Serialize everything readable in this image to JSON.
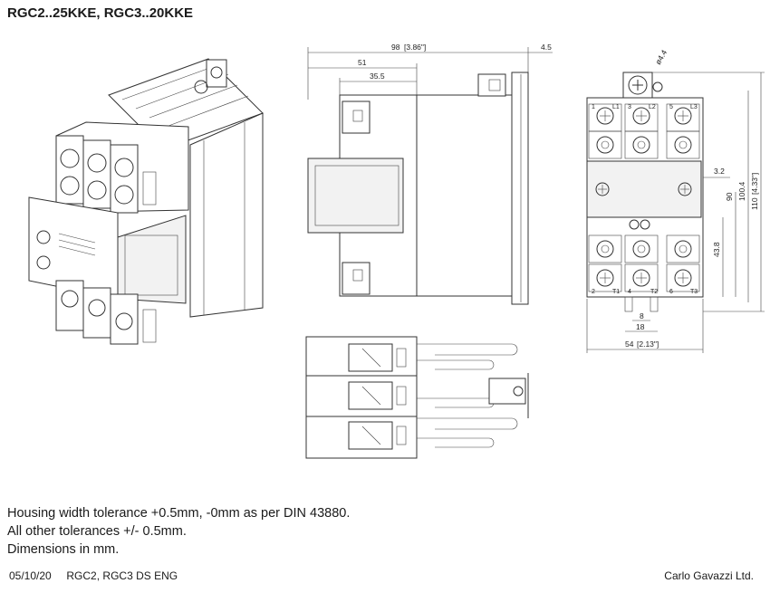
{
  "title": "RGC2..25KKE, RGC3..20KKE",
  "dimensions": {
    "width_total": "98",
    "width_total_in": "[3.86\"]",
    "clip": "4.5",
    "body_depth": "51",
    "inner_depth": "35.5",
    "hole": "ø4.4",
    "offset_small": "3.2",
    "height_total": "110",
    "height_total_in": "[4.33\"]",
    "height_mount": "100.4",
    "height_mid": "90",
    "height_terminal": "43.8",
    "width_front": "54",
    "width_front_in": "[2.13\"]",
    "pin_gap": "8",
    "pin_span": "18"
  },
  "terminals": {
    "t1": "1",
    "t2": "3",
    "t3": "5",
    "l1": "L1",
    "l2": "L2",
    "l3": "L3",
    "b1": "2",
    "b2": "4",
    "b3": "6",
    "o1": "T1",
    "o2": "T2",
    "o3": "T3"
  },
  "notes": [
    "Housing width tolerance +0.5mm, -0mm as per DIN 43880.",
    "All other tolerances +/- 0.5mm.",
    "Dimensions in mm."
  ],
  "footer": {
    "date": "05/10/20",
    "doc": "RGC2, RGC3 DS ENG",
    "company": "Carlo Gavazzi Ltd."
  }
}
